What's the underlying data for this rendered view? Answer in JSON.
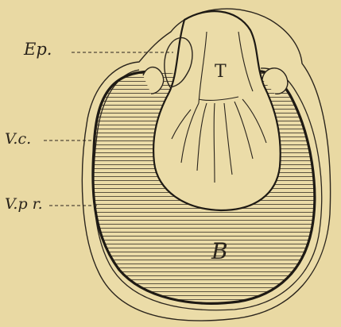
{
  "figure": {
    "labels": {
      "ep": "Ep.",
      "t": "T",
      "vc": "V.c.",
      "vpr": "V.p r.",
      "b": "B"
    },
    "colors": {
      "background": "#e9d9a3",
      "line": "#2a241c"
    }
  }
}
